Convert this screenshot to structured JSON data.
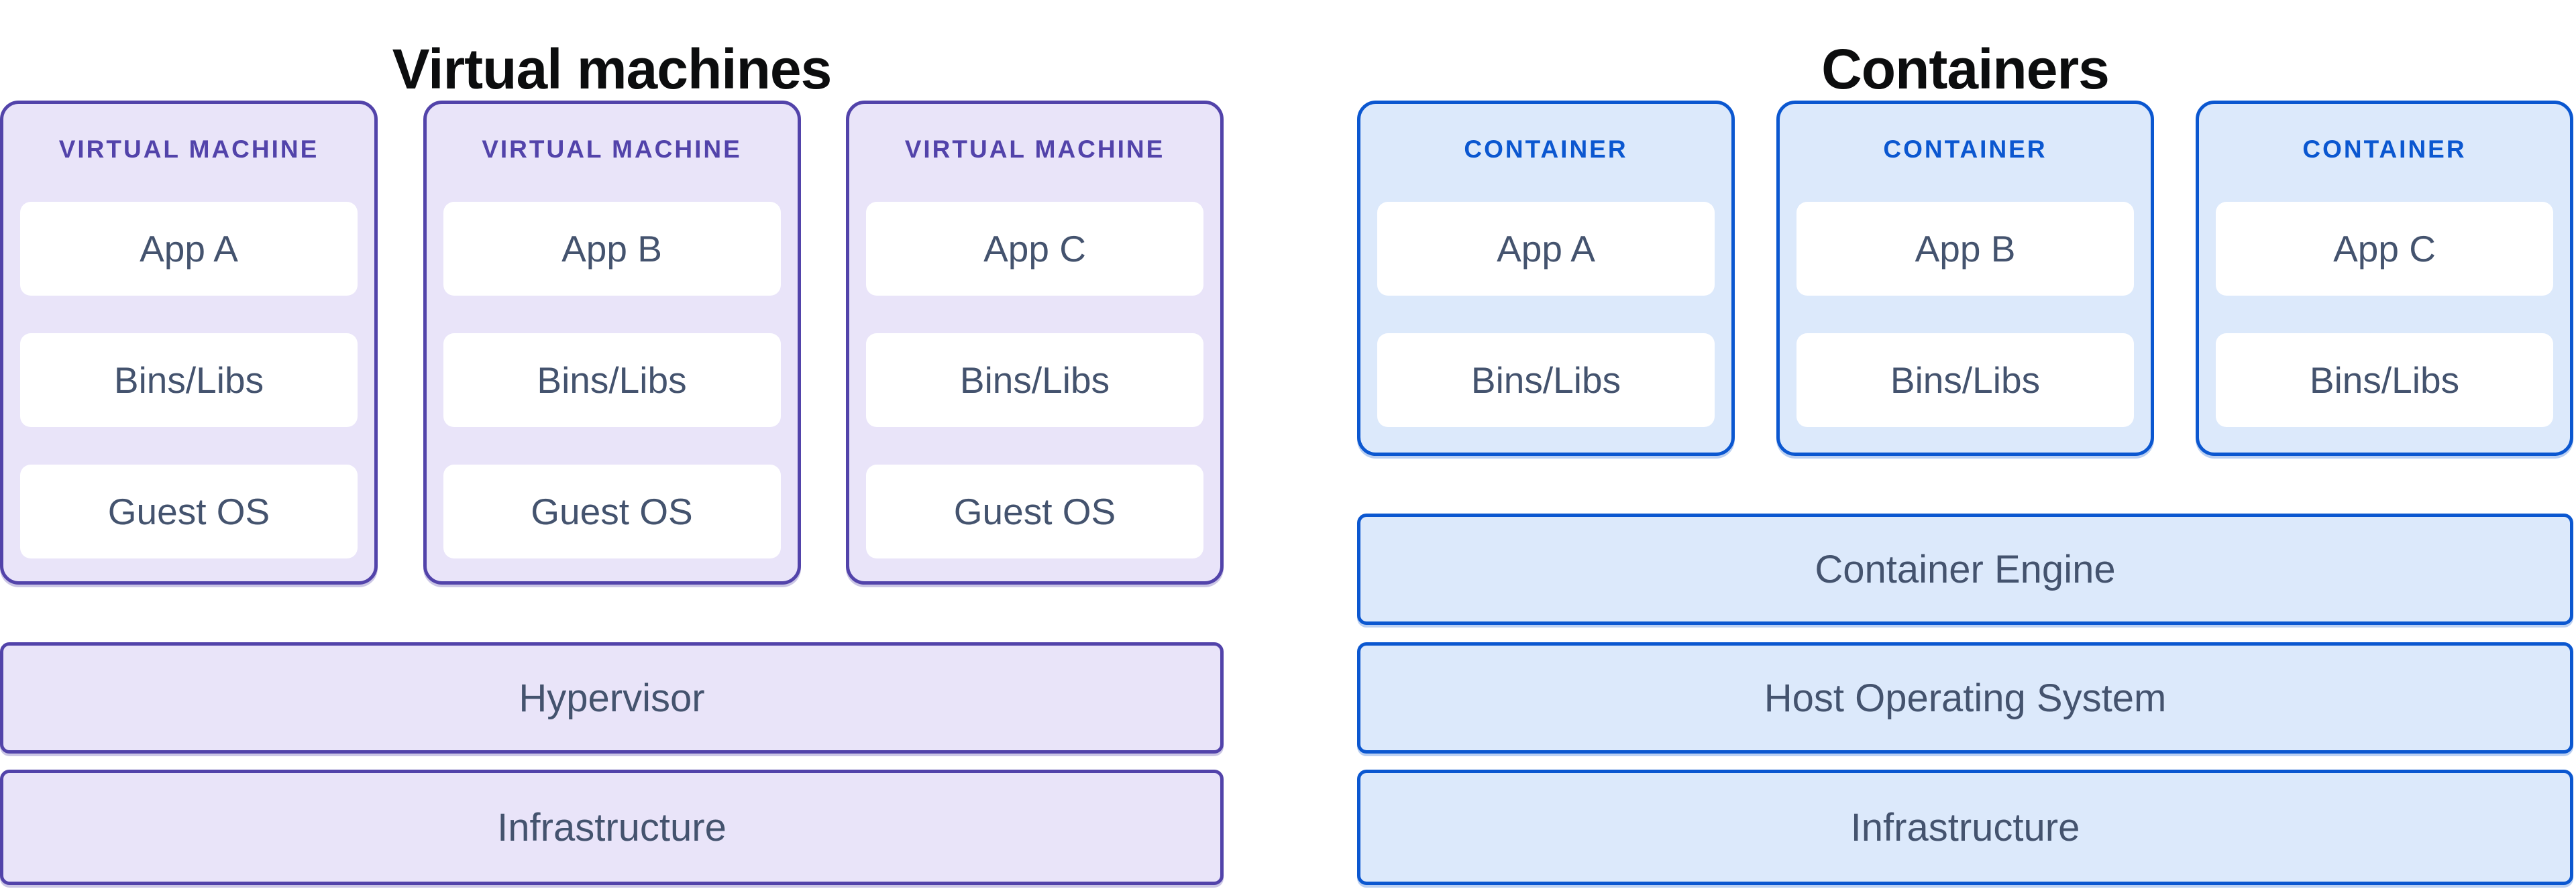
{
  "vm_section": {
    "title": "Virtual machines",
    "cards": [
      {
        "label": "VIRTUAL MACHINE",
        "slots": [
          "App A",
          "Bins/Libs",
          "Guest OS"
        ]
      },
      {
        "label": "VIRTUAL MACHINE",
        "slots": [
          "App B",
          "Bins/Libs",
          "Guest OS"
        ]
      },
      {
        "label": "VIRTUAL MACHINE",
        "slots": [
          "App C",
          "Bins/Libs",
          "Guest OS"
        ]
      }
    ],
    "layers": [
      "Hypervisor",
      "Infrastructure"
    ]
  },
  "container_section": {
    "title": "Containers",
    "cards": [
      {
        "label": "CONTAINER",
        "slots": [
          "App A",
          "Bins/Libs"
        ]
      },
      {
        "label": "CONTAINER",
        "slots": [
          "App B",
          "Bins/Libs"
        ]
      },
      {
        "label": "CONTAINER",
        "slots": [
          "App C",
          "Bins/Libs"
        ]
      }
    ],
    "layers": [
      "Container Engine",
      "Host Operating System",
      "Infrastructure"
    ]
  },
  "colors": {
    "vm_accent": "#5243aa",
    "vm_fill": "#e9e4f9",
    "container_accent": "#0b57d0",
    "container_fill": "#dce9fb",
    "slot_text": "#44536e",
    "title_text": "#0c0d0e",
    "slot_fill": "#ffffff"
  }
}
